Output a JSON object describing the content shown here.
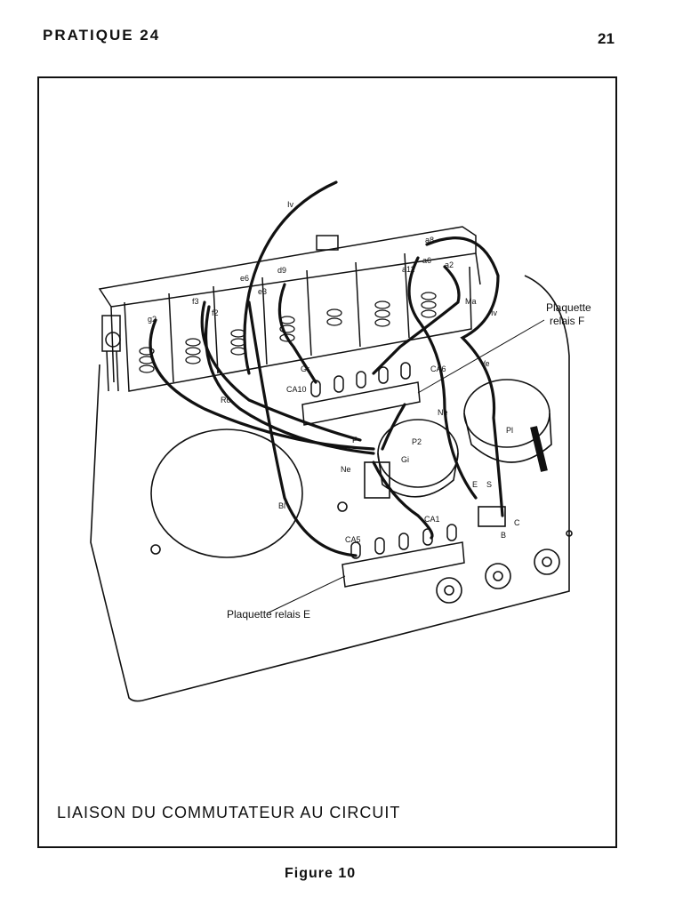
{
  "header": {
    "title": "PRATIQUE 24",
    "page_number": "21"
  },
  "illustration": {
    "callouts": {
      "plaquette_f_line1": "Plaquette",
      "plaquette_f_line2": "relais F",
      "plaquette_e": "Plaquette relais E"
    },
    "wire_labels": {
      "iv_top": "Iv",
      "iv_right": "Iv",
      "ve": "Ve",
      "ma": "Ma",
      "gr": "Gr",
      "ro": "Ro",
      "ne_center": "Ne",
      "ne_left": "Ne",
      "bl": "Bl"
    },
    "contact_labels": {
      "a8": "a8",
      "a11": "a11",
      "a6": "a6",
      "a2": "a2",
      "d9": "d9",
      "e6": "e6",
      "e3": "e3",
      "f3": "f3",
      "f2": "f2",
      "g2": "g2"
    },
    "terminal_labels": {
      "ca10": "CA10",
      "ca6": "CA6",
      "ca5": "CA5",
      "ca1": "CA1",
      "p2": "P2",
      "gi": "Gi",
      "f": "F",
      "pi": "Pl",
      "e": "E",
      "s": "S",
      "c": "C",
      "b": "B"
    }
  },
  "caption": "LIAISON DU COMMUTATEUR AU CIRCUIT",
  "figure_label": "Figure 10"
}
